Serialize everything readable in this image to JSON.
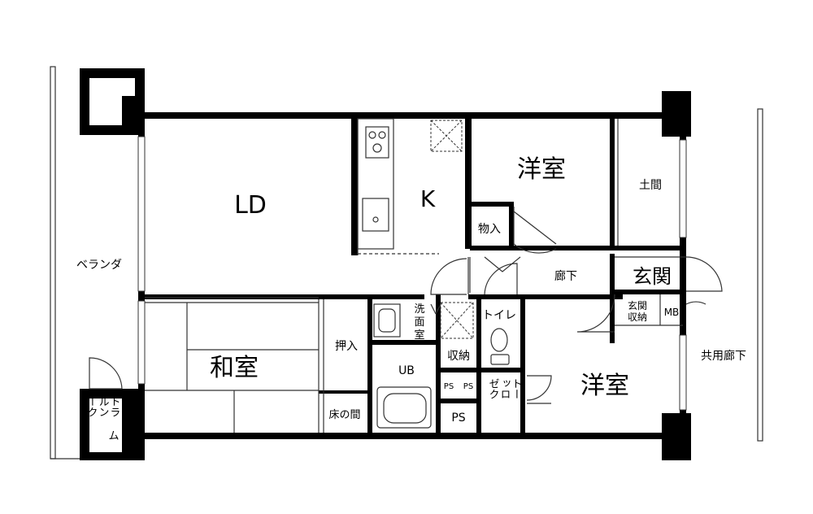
{
  "rooms": {
    "ld": "LD",
    "k": "K",
    "western_top": "洋室",
    "doma": "土間",
    "storage_mono": "物入",
    "corridor": "廊下",
    "genkan": "玄関",
    "genkan_storage_a": "玄関",
    "genkan_storage_b": "収納",
    "mb": "MB",
    "veranda": "ベランダ",
    "common_corridor": "共用廊下",
    "washroom_a": "洗",
    "washroom_b": "面",
    "washroom_c": "室",
    "toilet": "トイレ",
    "storage_shuno": "収納",
    "ub": "UB",
    "ps1": "PS",
    "ps2": "PS",
    "ps3": "PS",
    "closet_col1": "ゼク",
    "closet_col2": "ッロ",
    "closet_col3": "トー",
    "western_bottom": "洋室",
    "oshiire": "押入",
    "washitsu": "和室",
    "tokonoma": "床の間",
    "trunk_col1": "トラ",
    "trunk_col2": "ルン",
    "trunk_col3": "ーク",
    "trunk_col3b": "ム"
  },
  "colors": {
    "wall": "#000000",
    "line": "#333333",
    "background": "#ffffff"
  }
}
